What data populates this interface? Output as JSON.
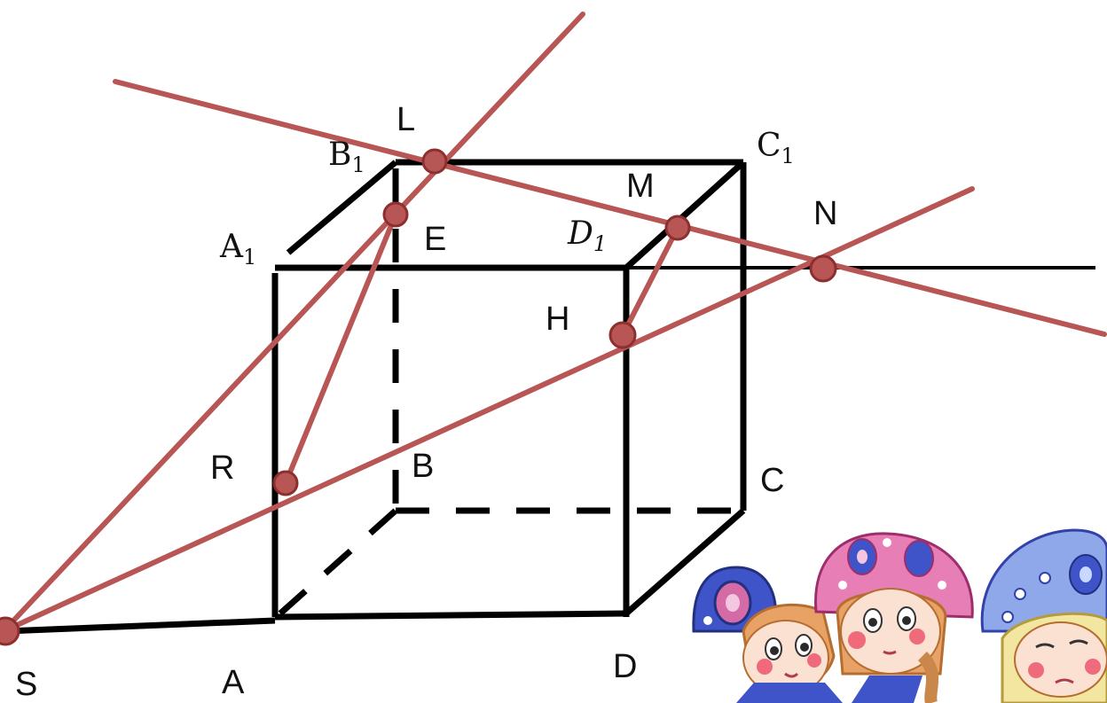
{
  "labels": {
    "L": "L",
    "B1": "B",
    "B1_sub": "1",
    "C1": "C",
    "C1_sub": "1",
    "M": "M",
    "N": "N",
    "A1": "A",
    "A1_sub": "1",
    "E": "E",
    "D1": "D",
    "D1_sub": "1",
    "H": "H",
    "R": "R",
    "B": "B",
    "C": "C",
    "S": "S",
    "A": "A",
    "D": "D"
  },
  "colors": {
    "edges": "#000000",
    "section_lines": "#b85555",
    "points": "#b85555",
    "kokoshnik_blue": "#3f54c8",
    "kokoshnik_pink": "#e77fb6"
  },
  "decoration": {
    "illustration": "three-girls-in-kokoshniks"
  }
}
